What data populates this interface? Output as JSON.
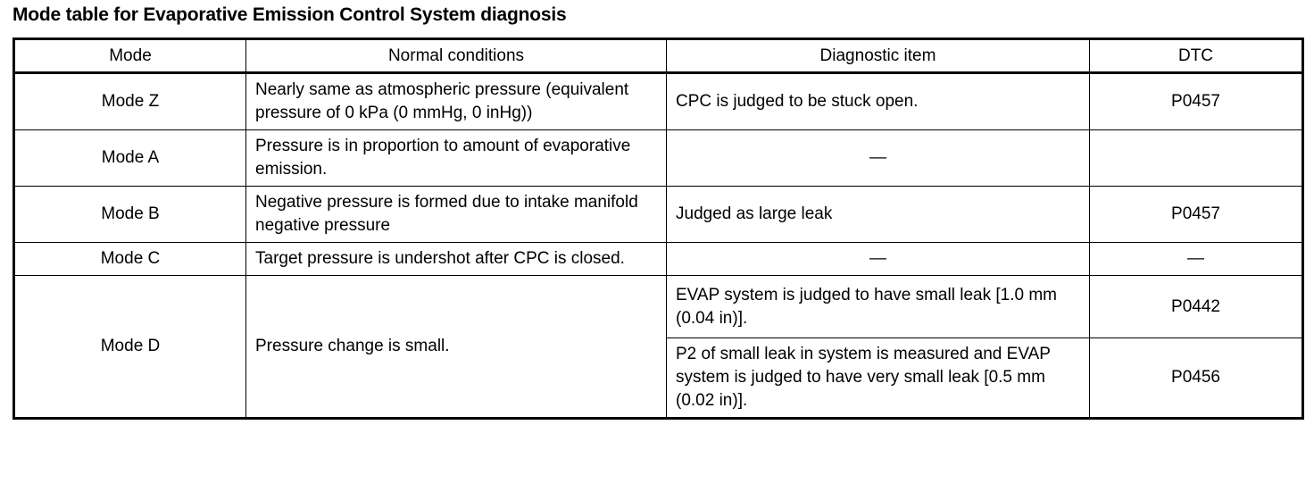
{
  "document": {
    "title": "Mode table for Evaporative Emission Control System diagnosis"
  },
  "table": {
    "headers": {
      "mode": "Mode",
      "normal_conditions": "Normal conditions",
      "diagnostic_item": "Diagnostic item",
      "dtc": "DTC"
    },
    "rows": [
      {
        "mode": "Mode Z",
        "normal_conditions": "Nearly same as atmospheric pressure (equivalent pressure of 0 kPa (0 mmHg, 0 inHg))",
        "diagnostic_item": "CPC is judged to be stuck open.",
        "dtc": "P0457"
      },
      {
        "mode": "Mode A",
        "normal_conditions": "Pressure is in proportion to amount of evaporative emission.",
        "diagnostic_item": "—",
        "dtc": ""
      },
      {
        "mode": "Mode B",
        "normal_conditions": "Negative pressure is formed due to intake manifold negative pressure",
        "diagnostic_item": "Judged as large leak",
        "dtc": "P0457"
      },
      {
        "mode": "Mode C",
        "normal_conditions": "Target pressure is undershot after CPC is closed.",
        "diagnostic_item": "—",
        "dtc": "—"
      },
      {
        "mode": "Mode D",
        "normal_conditions": "Pressure change is small.",
        "sub_rows": [
          {
            "diagnostic_item": "EVAP system is judged to have small leak [1.0 mm (0.04 in)].",
            "dtc": "P0442"
          },
          {
            "diagnostic_item": "P2 of small leak in system is measured and EVAP system is judged to have very small leak [0.5 mm (0.02 in)].",
            "dtc": "P0456"
          }
        ]
      }
    ]
  }
}
